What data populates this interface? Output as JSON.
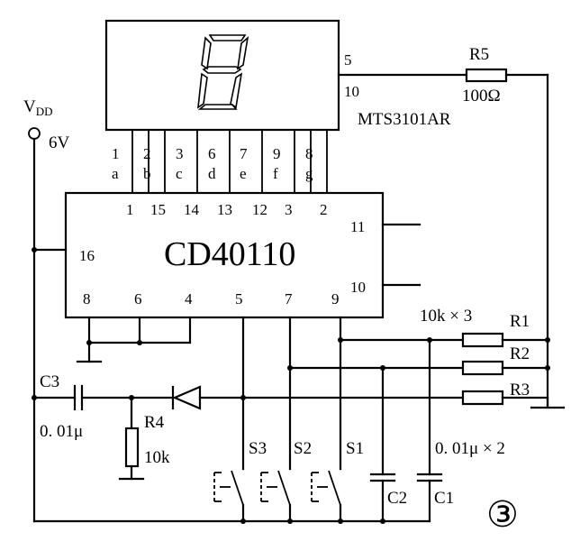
{
  "supply": {
    "vdd_label": "V",
    "vdd_sub": "DD",
    "voltage": "6V"
  },
  "display": {
    "part": "MTS3101AR",
    "pin_right_top": "5",
    "pin_right_bottom": "10",
    "pins": [
      {
        "num": "1",
        "seg": "a"
      },
      {
        "num": "2",
        "seg": "b"
      },
      {
        "num": "3",
        "seg": "c"
      },
      {
        "num": "6",
        "seg": "d"
      },
      {
        "num": "7",
        "seg": "e"
      },
      {
        "num": "9",
        "seg": "f"
      },
      {
        "num": "8",
        "seg": "g"
      }
    ]
  },
  "ic": {
    "name": "CD40110",
    "top_pins": [
      "1",
      "15",
      "14",
      "13",
      "12",
      "3",
      "2"
    ],
    "left_pin": "16",
    "right_pins": [
      "11",
      "10"
    ],
    "bottom_pins": [
      "8",
      "6",
      "4",
      "5",
      "7",
      "9"
    ]
  },
  "resistors": {
    "r5_label": "R5",
    "r5_value": "100Ω",
    "pullup_value": "10k × 3",
    "r1": "R1",
    "r2": "R2",
    "r3": "R3",
    "r4_label": "R4",
    "r4_value": "10k"
  },
  "capacitors": {
    "c3_label": "C3",
    "c3_value": "0. 01μ",
    "c1": "C1",
    "c2": "C2",
    "pair_value": "0. 01μ × 2"
  },
  "switches": {
    "s1": "S1",
    "s2": "S2",
    "s3": "S3"
  },
  "figure_number": "③"
}
